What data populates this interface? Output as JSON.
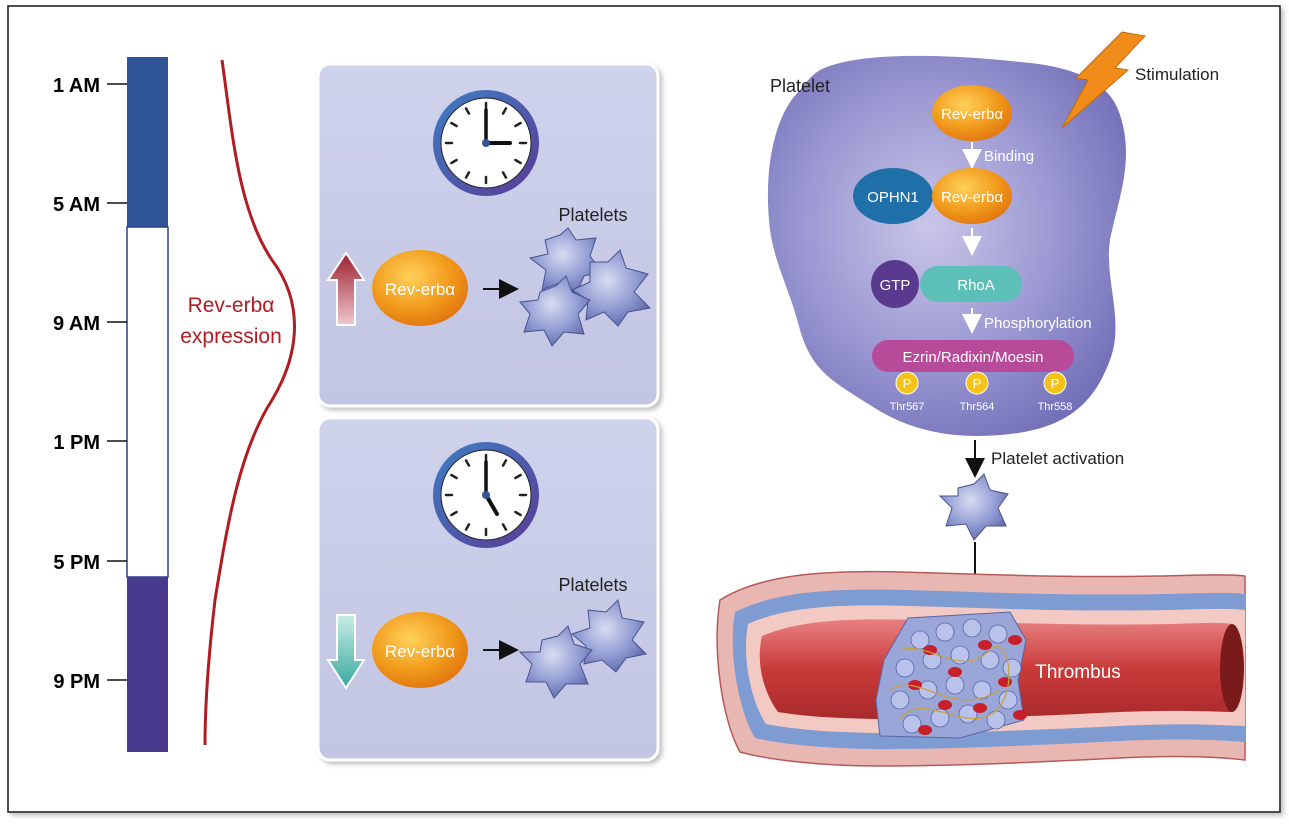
{
  "timeline": {
    "times": [
      "1 AM",
      "5 AM",
      "9 AM",
      "1 PM",
      "5 PM",
      "9 PM"
    ],
    "curve_label_line1": "Rev-erbα",
    "curve_label_line2": "expression",
    "colors": {
      "night_top": "#2f5596",
      "day": "#ffffff",
      "night_bottom": "#4a3a8e",
      "curve": "#b01c22"
    }
  },
  "panels": [
    {
      "trend": "up",
      "arrow_color": "#a3253a",
      "protein_label": "Rev-erbα",
      "platelets_label": "Platelets",
      "clock_time": "3:00"
    },
    {
      "trend": "down",
      "arrow_color": "#4fb3aa",
      "protein_label": "Rev-erbα",
      "platelets_label": "Platelets",
      "clock_time": "5:00"
    }
  ],
  "platelet_cell": {
    "title": "Platelet",
    "stimulation_label": "Stimulation",
    "rev_erba": "Rev-erbα",
    "binding_label": "Binding",
    "ophn1": "OPHN1",
    "rev_erba_bound": "Rev-erbα",
    "gtp": "GTP",
    "rhoa": "RhoA",
    "phosphorylation_label": "Phosphorylation",
    "erm": "Ezrin/Radixin/Moesin",
    "p_sites": [
      {
        "p": "P",
        "site": "Thr567"
      },
      {
        "p": "P",
        "site": "Thr564"
      },
      {
        "p": "P",
        "site": "Thr558"
      }
    ],
    "colors": {
      "cell": "#8e8ec9",
      "orange": "#f19a1c",
      "ophn1": "#1f6fa8",
      "gtp": "#5a3a8e",
      "rhoa": "#5cc0b8",
      "erm": "#b84a9a",
      "p": "#f5c218"
    }
  },
  "activation": {
    "platelet_activation_label": "Platelet activation",
    "thrombus_label": "Thrombus"
  }
}
